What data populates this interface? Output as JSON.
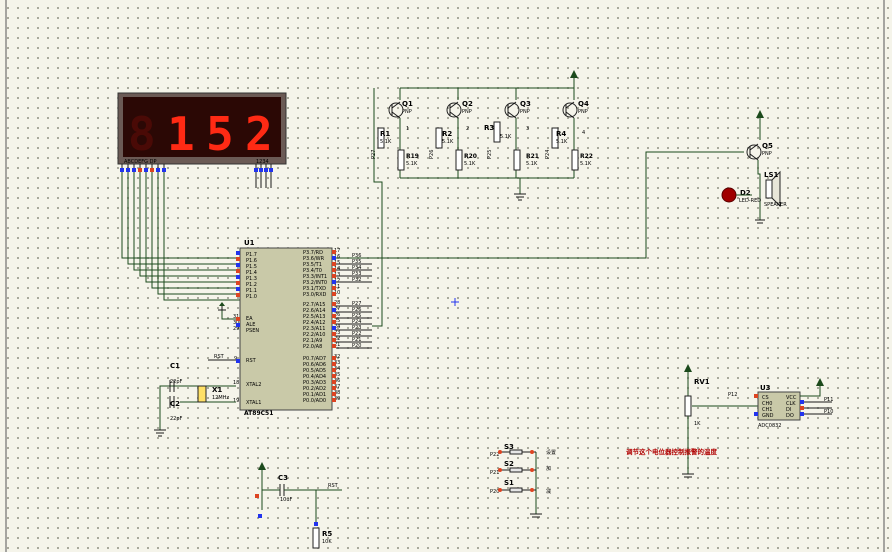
{
  "display": {
    "digits": [
      "8",
      "1",
      "5",
      "2"
    ],
    "lit": [
      false,
      true,
      true,
      true
    ],
    "seg_label": "ABCDEFG  DP",
    "digit_label": "1234"
  },
  "mcu": {
    "ref": "U1",
    "part": "AT89C51",
    "left_pins": [
      "P1.7",
      "P1.6",
      "P1.5",
      "P1.4",
      "P1.3",
      "P1.2",
      "P1.1",
      "P1.0",
      "EA",
      "ALE",
      "PSEN",
      "RST",
      "XTAL2",
      "XTAL1"
    ],
    "left_nums": [
      "8",
      "7",
      "6",
      "5",
      "4",
      "3",
      "2",
      "1",
      "31",
      "30",
      "29",
      "9",
      "18",
      "19"
    ],
    "right_pins_top": [
      "P3.7/RD",
      "P3.6/WR",
      "P3.5/T1",
      "P3.4/T0",
      "P3.3/INT1",
      "P3.2/INT0",
      "P3.1/TXD",
      "P3.0/RXD"
    ],
    "right_nums_top": [
      "17",
      "16",
      "15",
      "14",
      "13",
      "12",
      "11",
      "10"
    ],
    "right_pins_mid": [
      "P2.7/A15",
      "P2.6/A14",
      "P2.5/A13",
      "P2.4/A12",
      "P2.3/A11",
      "P2.2/A10",
      "P2.1/A9",
      "P2.0/A8"
    ],
    "right_nums_mid": [
      "28",
      "27",
      "26",
      "25",
      "24",
      "23",
      "22",
      "21"
    ],
    "right_pins_bot": [
      "P0.7/AD7",
      "P0.6/AD6",
      "P0.5/AD5",
      "P0.4/AD4",
      "P0.3/AD3",
      "P0.2/AD2",
      "P0.1/AD1",
      "P0.0/AD0"
    ],
    "right_nums_bot": [
      "32",
      "33",
      "34",
      "35",
      "36",
      "37",
      "38",
      "39"
    ],
    "net_p3": [
      "P36",
      "P35",
      "P34",
      "P33",
      "P32"
    ],
    "net_p2": [
      "P27",
      "P26",
      "P25",
      "P24",
      "P23",
      "P22",
      "P21",
      "P20"
    ]
  },
  "transistors": [
    {
      "ref": "Q1",
      "type": "PNP"
    },
    {
      "ref": "Q2",
      "type": "PNP"
    },
    {
      "ref": "Q3",
      "type": "PNP"
    },
    {
      "ref": "Q4",
      "type": "PNP"
    },
    {
      "ref": "Q5",
      "type": "PNP"
    }
  ],
  "resistors": [
    {
      "ref": "R1",
      "val": "5.1K"
    },
    {
      "ref": "R2",
      "val": "5.1K"
    },
    {
      "ref": "R3",
      "val": "5.1K"
    },
    {
      "ref": "R4",
      "val": "5.1K"
    },
    {
      "ref": "R19",
      "val": "5.1K"
    },
    {
      "ref": "R20",
      "val": "5.1K"
    },
    {
      "ref": "R21",
      "val": "5.1K"
    },
    {
      "ref": "R22",
      "val": "5.1K"
    }
  ],
  "bases": [
    "P27",
    "P26",
    "P25",
    "P24"
  ],
  "digit_nets": [
    "1",
    "2",
    "3",
    "4"
  ],
  "led": {
    "ref": "D2",
    "part": "LED-RED"
  },
  "speaker": {
    "ref": "LS1",
    "part": "SPEAKER"
  },
  "osc": {
    "c1": "C1",
    "c1_val": "22pF",
    "c2": "C2",
    "c2_val": "22pF",
    "x1": "X1",
    "x1_val": "12MHz",
    "rst_net": "RST"
  },
  "reset": {
    "c": "C3",
    "c_val": "10uF",
    "r": "R5",
    "r_val": "10K",
    "net": "RST"
  },
  "adc": {
    "ref": "U3",
    "part": "ADC0832",
    "pins_left": [
      "CS",
      "CH0",
      "CH1",
      "GND"
    ],
    "pins_right": [
      "VCC",
      "CLK",
      "DI",
      "DO"
    ],
    "rv": "RV1",
    "rv_val": "1K",
    "net_in": "P12",
    "nets_out": [
      "P11",
      "P10"
    ]
  },
  "note": "调节这个电位器控制报警的温度",
  "switches": [
    {
      "ref": "S3",
      "net": "P22",
      "action": "设置"
    },
    {
      "ref": "S2",
      "net": "P21",
      "action": "加"
    },
    {
      "ref": "S1",
      "net": "P20",
      "action": "减"
    }
  ]
}
